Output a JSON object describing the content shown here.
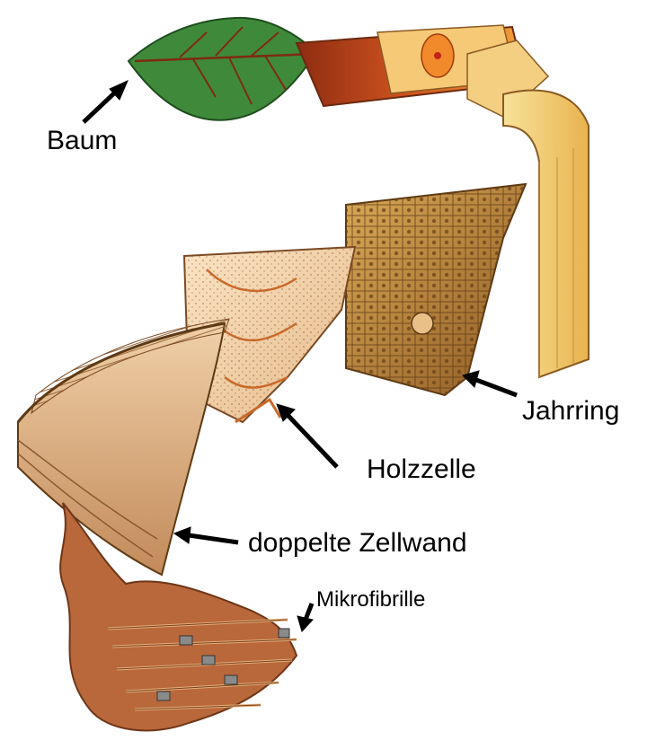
{
  "labels": {
    "baum": "Baum",
    "jahrring": "Jahrring",
    "holzzelle": "Holzzelle",
    "zellwand": "doppelte Zellwand",
    "mikrofibrille": "Mikrofibrille"
  },
  "colors": {
    "leaf": "#3f8a3a",
    "bark": "#c8481e",
    "wood_light": "#f6d98a",
    "wood_mid": "#e9b45a",
    "wood_dark": "#b5772e",
    "fibril": "#9a4e2c",
    "arrow": "#000000"
  }
}
